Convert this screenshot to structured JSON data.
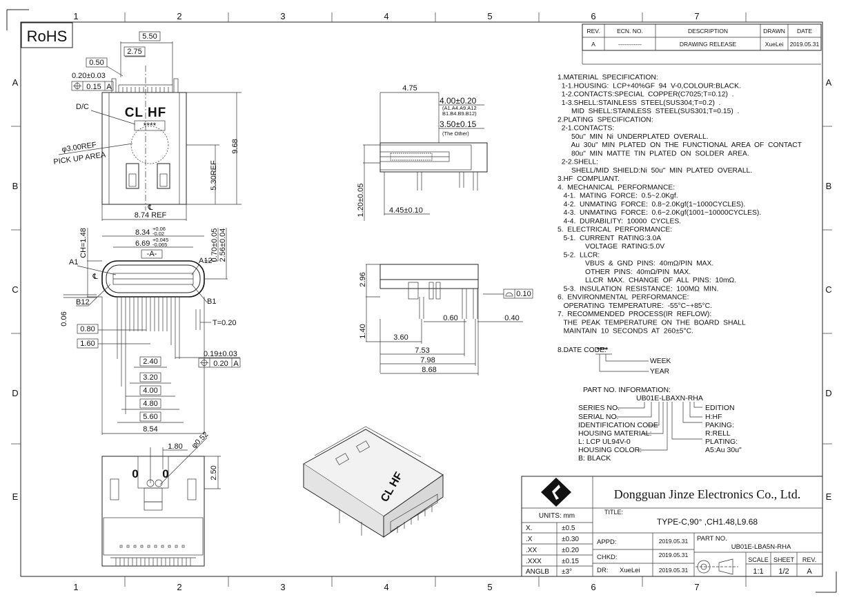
{
  "frame": {
    "rohs": "RoHS",
    "col_top": [
      "1",
      "2",
      "3",
      "4",
      "5",
      "6",
      "7"
    ],
    "col_bottom": [
      "1",
      "2",
      "3",
      "4",
      "5",
      "6",
      "7"
    ],
    "row_left": [
      "A",
      "B",
      "C",
      "D",
      "E"
    ],
    "row_right": [
      "A",
      "B",
      "C",
      "D",
      "E"
    ]
  },
  "revision": {
    "headers": [
      "REV.",
      "ECN. NO.",
      "DESCRIPTION",
      "DRAWN",
      "DATE"
    ],
    "row": [
      "A",
      "------------",
      "DRAWING RELEASE",
      "XueLei",
      "2019.05.31"
    ]
  },
  "top_view": {
    "dim_550": "5.50",
    "dim_275": "2.75",
    "dim_050": "0.50",
    "dim_020": "0.20±0.03",
    "tol_015": "0.15",
    "tol_ref_a": "A",
    "dc_label": "D/C",
    "marking": "CL HF",
    "date_mark": "****",
    "pickup_dia": "φ3.00REF",
    "pickup_label": "PICK UP AREA",
    "dim_968": "9.68",
    "dim_530": "5.30REF",
    "centerline": "℄",
    "dim_874": "8.74  REF"
  },
  "front_view": {
    "dim_834": "8.34",
    "dim_834_tol_up": "+0.06",
    "dim_834_tol_dn": "-0.02",
    "dim_669": "6.69",
    "dim_669_tol_up": "+0.045",
    "dim_669_tol_dn": "-0.065",
    "datum_a": "-A-",
    "ch": "CH=1.48",
    "dim_070": "0.70±0.05",
    "dim_256": "2.56±0.04",
    "a1": "A1",
    "a12": "A12",
    "b12": "B12",
    "b1": "B1",
    "centerline": "℄",
    "dim_006": "0.06",
    "dim_t": "T=0.20",
    "dim_080": "0.80",
    "dim_160": "1.60",
    "dim_019": "0.19±0.03",
    "tol_020": "0.20",
    "tol_ref_a": "A",
    "pitches": [
      "2.40",
      "3.20",
      "4.00",
      "4.80",
      "5.60"
    ],
    "dim_854": "8.54"
  },
  "side_view": {
    "dim_475": "4.75",
    "dim_400": "4.00±0.20",
    "dim_400_note": "(A1.A4.A9.A12",
    "dim_400_note2": "B1.B4.B9.B12)",
    "dim_350": "3.50±0.15",
    "dim_350_note": "(The Other)",
    "dim_120": "1.20±0.05",
    "dim_445": "4.45±0.10"
  },
  "bottom_side": {
    "dim_296": "2.96",
    "dim_140": "1.40",
    "flat_010": "0.10",
    "dim_060": "0.60",
    "dim_040": "0.40",
    "dim_360": "3.60",
    "dim_753": "7.53",
    "dim_798": "7.98",
    "dim_868": "8.68"
  },
  "pcb_view": {
    "dim_180": "1.80",
    "dim_052": "φ0.52",
    "dim_250": "2.50"
  },
  "iso_view": {
    "marking": "CL HF"
  },
  "spec_lines": [
    "1.MATERIAL  SPECIFICATION:",
    "  1-1.HOUSING:  LCP+40%GF  94  V-0,COLOUR:BLACK.",
    "  1-2.CONTACTS:SPECIAL  COPPER(C7025;T=0.12)  .",
    "  1-3.SHELL:STAINLESS  STEEL(SUS304;T=0.2)  .",
    "       MID  SHELL:STAINLESS  STEEL(SUS301;T=0.15)  .",
    "2.PLATING  SPECIFICATION:",
    "  2-1.CONTACTS:",
    "       50u\"  MIN  Ni  UNDERPLATED  OVERALL.",
    "       Au  30u\"  MIN  PLATED  ON  THE  FUNCTIONAL  AREA  OF  CONTACT",
    "       80u\"  MIN  MATTE  TIN  PLATED  ON  SOLDER  AREA.",
    "  2-2.SHELL:",
    "       SHELL/MID  SHIELD:Ni  50u\"  MIN  PLATED  OVERALL.",
    "3.HF  COMPLIANT.",
    "4.  MECHANICAL  PERFORMANCE:",
    "   4-1.  MATING  FORCE:  0.5~2.0Kgf.",
    "   4-2.  UNMATING  FORCE:  0.8~2.0Kgf(1~1000CYCLES).",
    "   4-3.  UNMATING  FORCE:  0.6~2.0Kgf(1001~10000CYCLES).",
    "   4-4.  DURABILITY:  10000  CYCLES.",
    "5.  ELECTRICAL  PERFORMANCE:",
    "   5-1.  CURRENT  RATING:3.0A",
    "              VOLTAGE  RATING:5.0V",
    "   5-2.  LLCR:",
    "              VBUS  &  GND  PINS:  40mΩ/PIN  MAX.",
    "              OTHER  PINS:  40mΩ/PIN  MAX.",
    "              LLCR  MAX.  CHANGE  OF  ALL  PINS:  10mΩ.",
    "   5-3.  INSULATION  RESISTANCE:  100MΩ  MIN.",
    "6.  ENVIRONMENTAL  PERFORMANCE:",
    "   OPERATING  TEMPERATURE:  -55°C~+85°C.",
    "7.  RECOMMENDED  PROCESS(IR  REFLOW):",
    "   THE  PEAK  TEMPERATURE  ON  THE  BOARD  SHALL",
    "   MAINTAIN  10  SECONDS  AT  260±5°C."
  ],
  "date_code": {
    "label": "8.DATE  CODE:",
    "code": "****",
    "week": "WEEK",
    "year": "YEAR"
  },
  "part_info": {
    "title": "PART  NO.  INFORMATION:",
    "part": "UB01E-LBAXN-RHA",
    "left": [
      "SERIES  NO.",
      "SERIAL  NO.",
      "IDENTIFICATION  CODE",
      "HOUSING  MATERIAL:",
      "L:  LCP  UL94V-0",
      "HOUSING  COLOR:",
      "B:  BLACK"
    ],
    "right": [
      "EDITION",
      "H:HF",
      "PAKING:",
      "R:RELL",
      "PLATING:",
      "A5:Au  30u\""
    ]
  },
  "title_block": {
    "company": "Dongguan Jinze Electronics Co., Ltd.",
    "units": "UNITS:  mm",
    "title_label": "TITLE:",
    "title": "TYPE-C,90°  ,CH1.48,L9.68",
    "tolerances": [
      [
        "X.",
        "±0.5"
      ],
      [
        ".X",
        "±0.30"
      ],
      [
        ".XX",
        "±0.20"
      ],
      [
        ".XXX",
        "±0.15"
      ],
      [
        "ANGLB",
        "±3°"
      ]
    ],
    "appd_label": "APPD:",
    "appd_date": "2019.05.31",
    "chkd_label": "CHKD:",
    "chkd_date": "2019.05.31",
    "dr_label": "DR:",
    "dr_name": "XueLei",
    "dr_date": "2019.05.31",
    "part_label": "PART  NO.",
    "part_no": "UB01E-LBA5N-RHA",
    "scale_label": "SCALE",
    "sheet_label": "SHEET",
    "rev_label": "REV.",
    "scale": "1:1",
    "sheet": "1/2",
    "rev": "A"
  }
}
